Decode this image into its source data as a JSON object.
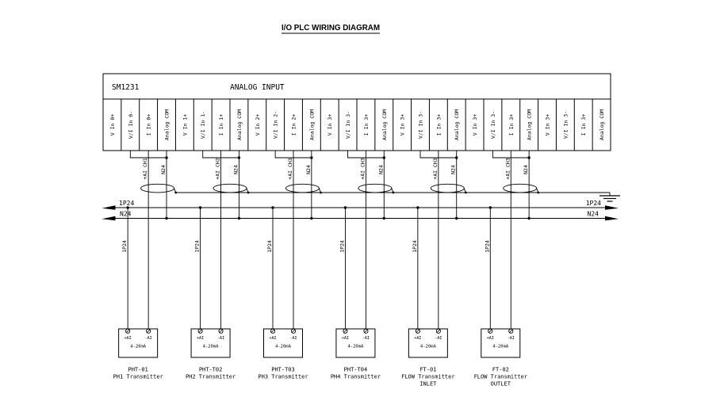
{
  "title": "I/O PLC WIRING DIAGRAM",
  "module": {
    "id": "SM1231",
    "label": "ANALOG INPUT",
    "terminals": [
      "V In 0+",
      "V/I In 0-",
      "I In 0+",
      "Analog COM",
      "V In 1+",
      "V/I In 1-",
      "I In 1+",
      "Analog COM",
      "V In 2+",
      "V/I In 2-",
      "I In 2+",
      "Analog COM",
      "V In 3+",
      "V/I In 3-",
      "I In 3+",
      "Analog COM",
      "V In 3+",
      "V/I In 3-",
      "I In 3+",
      "Analog COM",
      "V In 3+",
      "V/I In 3-",
      "I In 3+",
      "Analog COM",
      "V In 3+",
      "V/I In 3-",
      "I In 3+",
      "Analog COM"
    ]
  },
  "bus": {
    "supply": "1P24",
    "neutral": "N24"
  },
  "transmitter_labels": {
    "plus": "+AI",
    "minus": "-AI",
    "range": "4-20mA"
  },
  "channels": [
    {
      "signal": "+AI CH1",
      "neutral": "N24",
      "supply": "1P24",
      "transmitter": {
        "id": "PHT-01",
        "name": "PH1 Transmitter",
        "sub": ""
      }
    },
    {
      "signal": "+AI CH2",
      "neutral": "N24",
      "supply": "1P24",
      "transmitter": {
        "id": "PHT-T02",
        "name": "PH2 Transmitter",
        "sub": ""
      }
    },
    {
      "signal": "+AI CH3",
      "neutral": "N24",
      "supply": "1P24",
      "transmitter": {
        "id": "PHT-T03",
        "name": "PH3 Transmitter",
        "sub": ""
      }
    },
    {
      "signal": "+AI CH3",
      "neutral": "N24",
      "supply": "1P24",
      "transmitter": {
        "id": "PHT-T04",
        "name": "PH4 Transmitter",
        "sub": ""
      }
    },
    {
      "signal": "+AI CH3",
      "neutral": "N24",
      "supply": "1P24",
      "transmitter": {
        "id": "FT-01",
        "name": "FLOW Transmitter",
        "sub": "INLET"
      }
    },
    {
      "signal": "+AI CH3",
      "neutral": "N24",
      "supply": "1P24",
      "transmitter": {
        "id": "FT-02",
        "name": "FLOW Transmitter",
        "sub": "OUTLET"
      }
    }
  ],
  "icons": {
    "ground": "earth-ground-icon",
    "shield": "cable-shield-ellipse",
    "terminal": "slashed-terminal-icon"
  }
}
